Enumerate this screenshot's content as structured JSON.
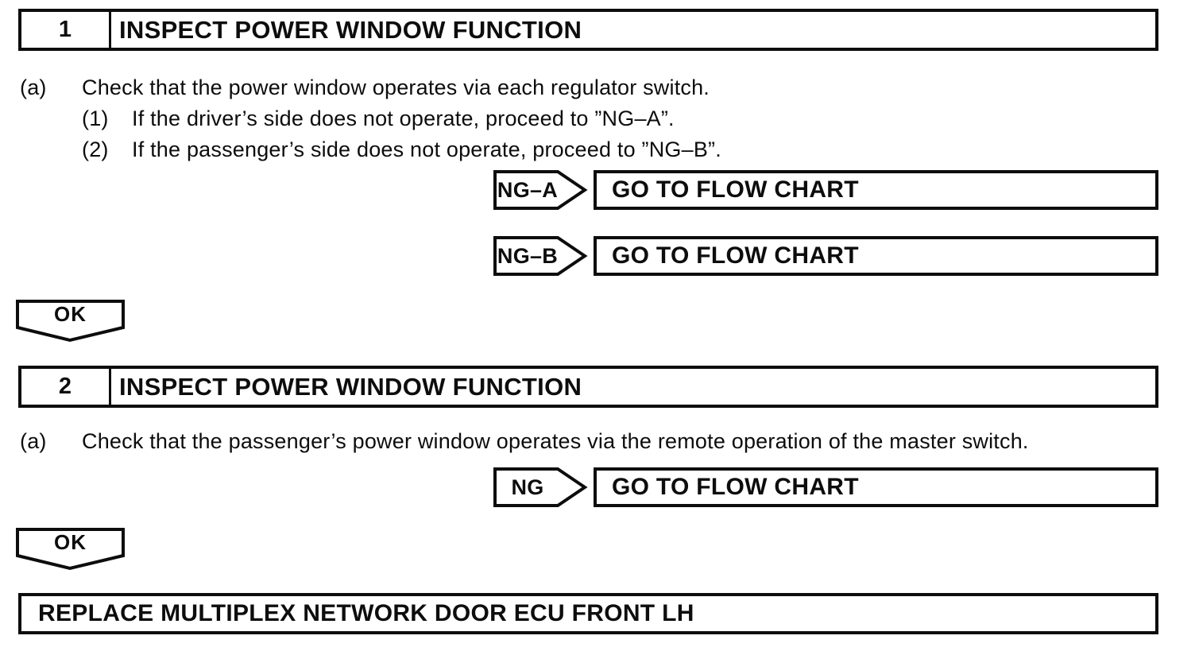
{
  "page": {
    "background": "#ffffff",
    "ink": "#0d0d0d"
  },
  "steps": [
    {
      "number": "1",
      "title": "INSPECT POWER WINDOW FUNCTION",
      "item_label": "(a)",
      "item_text": "Check that the power window operates via each regulator switch.",
      "sub_items": [
        {
          "label": "(1)",
          "text": "If the driver’s side does not operate, proceed to ”NG–A”."
        },
        {
          "label": "(2)",
          "text": "If the passenger’s side does not operate, proceed to ”NG–B”."
        }
      ],
      "results": [
        {
          "tag": "NG–A",
          "action": "GO TO FLOW CHART"
        },
        {
          "tag": "NG–B",
          "action": "GO TO FLOW CHART"
        }
      ],
      "ok_label": "OK"
    },
    {
      "number": "2",
      "title": "INSPECT POWER WINDOW FUNCTION",
      "item_label": "(a)",
      "item_text": "Check that the passenger’s power window operates via the remote operation of the master switch.",
      "results": [
        {
          "tag": "NG",
          "action": "GO TO FLOW CHART"
        }
      ],
      "ok_label": "OK"
    }
  ],
  "final_action": "REPLACE MULTIPLEX NETWORK DOOR ECU FRONT LH"
}
